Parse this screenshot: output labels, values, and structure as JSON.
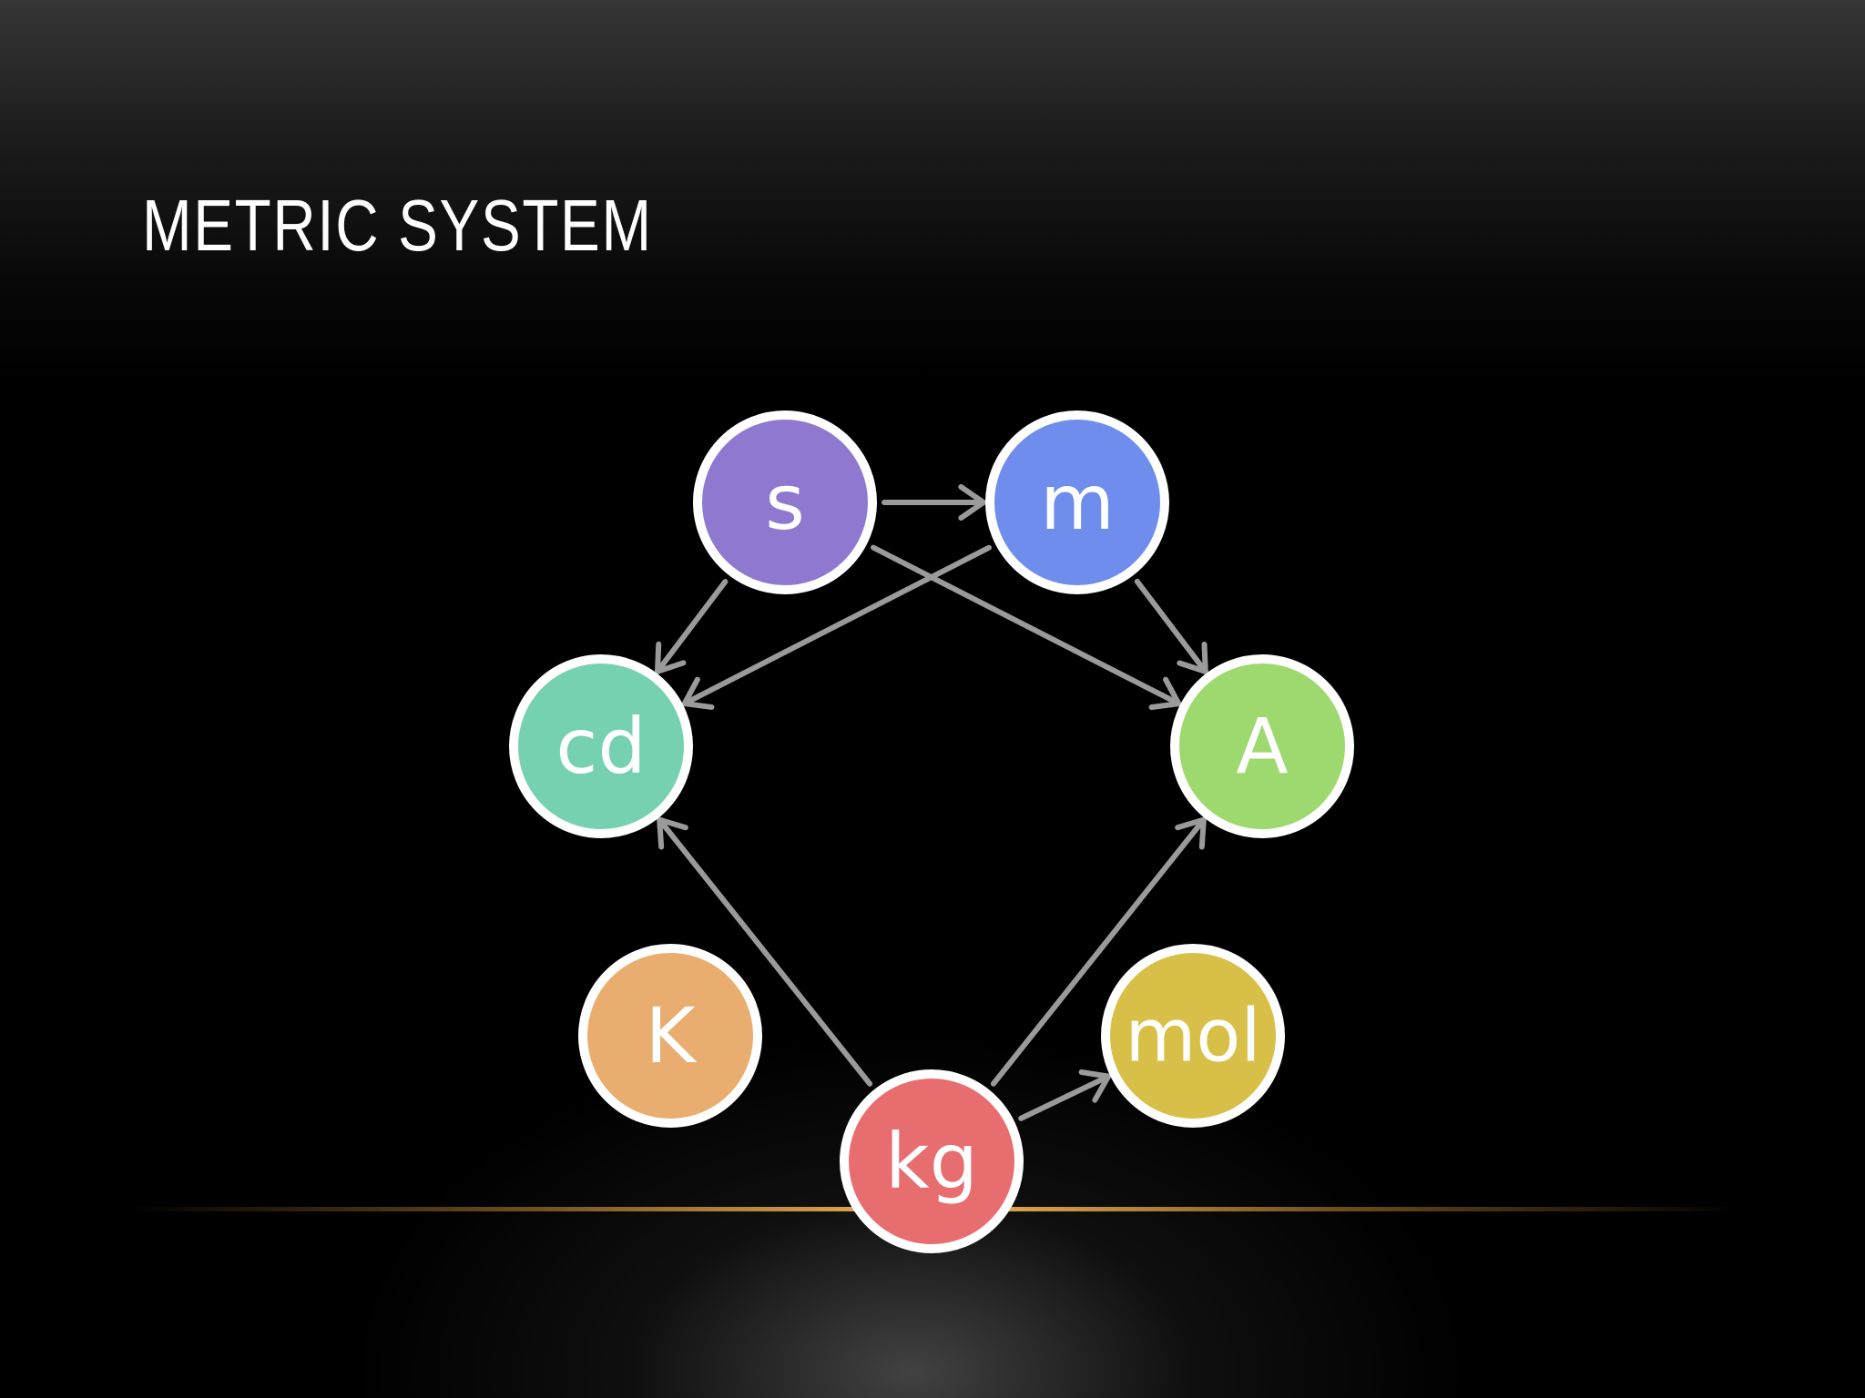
{
  "slide": {
    "title": "METRIC SYSTEM",
    "accent_line_color": "#f2b455"
  },
  "diagram": {
    "nodes": [
      {
        "id": "s",
        "label": "s",
        "color": "#8e78d0"
      },
      {
        "id": "m",
        "label": "m",
        "color": "#6f8dec"
      },
      {
        "id": "cd",
        "label": "cd",
        "color": "#76d1b0"
      },
      {
        "id": "A",
        "label": "A",
        "color": "#9dd96e"
      },
      {
        "id": "K",
        "label": "K",
        "color": "#e9ad70"
      },
      {
        "id": "mol",
        "label": "mol",
        "color": "#d8c048"
      },
      {
        "id": "kg",
        "label": "kg",
        "color": "#e86d6e"
      }
    ],
    "edges": [
      {
        "from": "s",
        "to": "m"
      },
      {
        "from": "s",
        "to": "cd"
      },
      {
        "from": "s",
        "to": "A"
      },
      {
        "from": "m",
        "to": "cd"
      },
      {
        "from": "m",
        "to": "A"
      },
      {
        "from": "kg",
        "to": "cd"
      },
      {
        "from": "kg",
        "to": "A"
      },
      {
        "from": "kg",
        "to": "mol"
      }
    ],
    "node_border_color": "#ffffff",
    "edge_color": "#9a9a9a"
  }
}
